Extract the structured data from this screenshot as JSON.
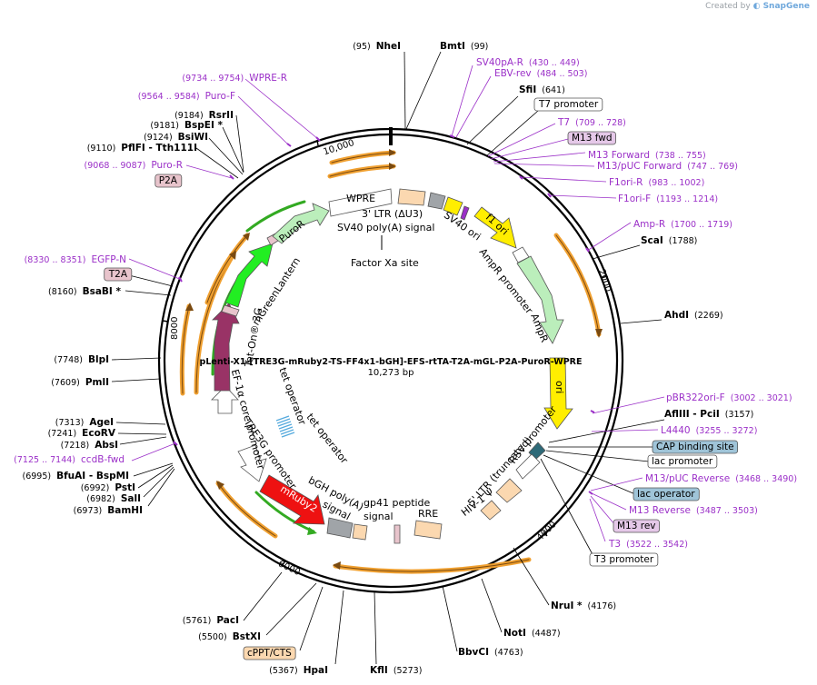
{
  "credit": {
    "prefix": "Created by",
    "brand": "SnapGene"
  },
  "plasmid": {
    "name": "pLenti-X1-[TRE3G-mRuby2-TS-FF4x1-bGH]-EFS-rtTA-T2A-mGL-P2A-PuroR-WPRE",
    "length_label": "10,273 bp",
    "length": 10273
  },
  "colors": {
    "site_black": "#000000",
    "primer_purple": "#9b30c8",
    "orf_orange": "#f0a030",
    "orf_green": "#33aa22",
    "fluor_green": "#22ee22",
    "puro_green": "#bbeebb",
    "mruby_red": "#ee1111",
    "rtta_purple": "#993366",
    "ori_yellow": "#ffee00",
    "promoter_white": "#ffffff",
    "ltr_peach": "#fbd8b0",
    "gray": "#a0a4a8",
    "misc_pink": "#e8c4cc",
    "teal_box": "#9fc4d8",
    "m13_box": "#e5c8e8",
    "tet_op_blue": "#55aadd"
  },
  "tick_labels": [
    "10,000",
    "2000",
    "4000",
    "6000",
    "8000"
  ],
  "inner_labels": [
    "3' LTR (ΔU3)",
    "SV40 poly(A) signal",
    "Factor Xa site",
    "WPRE",
    "SV40 ori",
    "f1 ori",
    "AmpR promoter",
    "AmpR",
    "ori",
    "RSV promoter",
    "5' LTR (truncated)",
    "HIV-1 Ψ",
    "RRE",
    "gp41 peptide",
    "signal",
    "bGH poly(A)",
    "signal",
    "mRuby2",
    "TRE3G promoter",
    "tet operator",
    "tet operator",
    "EF-1α core promoter",
    "Tet-On® 3G",
    "mGreenLantern",
    "PuroR"
  ],
  "outer_labels": [
    {
      "parts": [
        "(95)",
        "NheI"
      ],
      "kind": "site"
    },
    {
      "parts": [
        "BmtI",
        "(99)"
      ],
      "kind": "site"
    },
    {
      "parts": [
        "SV40pA-R",
        "(430 .. 449)"
      ],
      "kind": "primer"
    },
    {
      "parts": [
        "EBV-rev",
        "(484 .. 503)"
      ],
      "kind": "primer"
    },
    {
      "parts": [
        "SfiI",
        "(641)"
      ],
      "kind": "site"
    },
    {
      "parts": [
        "T7 promoter"
      ],
      "kind": "box_white"
    },
    {
      "parts": [
        "T7",
        "(709 .. 728)"
      ],
      "kind": "primer"
    },
    {
      "parts": [
        "M13 fwd"
      ],
      "kind": "box_m13"
    },
    {
      "parts": [
        "M13 Forward",
        "(738 .. 755)"
      ],
      "kind": "primer"
    },
    {
      "parts": [
        "M13/pUC Forward",
        "(747 .. 769)"
      ],
      "kind": "primer"
    },
    {
      "parts": [
        "F1ori-R",
        "(983 .. 1002)"
      ],
      "kind": "primer"
    },
    {
      "parts": [
        "F1ori-F",
        "(1193 .. 1214)"
      ],
      "kind": "primer"
    },
    {
      "parts": [
        "Amp-R",
        "(1700 .. 1719)"
      ],
      "kind": "primer"
    },
    {
      "parts": [
        "ScaI",
        "(1788)"
      ],
      "kind": "site"
    },
    {
      "parts": [
        "AhdI",
        "(2269)"
      ],
      "kind": "site"
    },
    {
      "parts": [
        "pBR322ori-F",
        "(3002 .. 3021)"
      ],
      "kind": "primer"
    },
    {
      "parts": [
        "AflIII",
        " - PciI",
        "(3157)"
      ],
      "kind": "site"
    },
    {
      "parts": [
        "L4440",
        "(3255 .. 3272)"
      ],
      "kind": "primer"
    },
    {
      "parts": [
        "CAP binding site"
      ],
      "kind": "box_teal"
    },
    {
      "parts": [
        "lac promoter"
      ],
      "kind": "box_white"
    },
    {
      "parts": [
        "M13/pUC Reverse",
        "(3468 .. 3490)"
      ],
      "kind": "primer"
    },
    {
      "parts": [
        "lac operator"
      ],
      "kind": "box_teal"
    },
    {
      "parts": [
        "M13 Reverse",
        "(3487 .. 3503)"
      ],
      "kind": "primer"
    },
    {
      "parts": [
        "M13 rev"
      ],
      "kind": "box_m13"
    },
    {
      "parts": [
        "T3",
        "(3522 .. 3542)"
      ],
      "kind": "primer"
    },
    {
      "parts": [
        "T3 promoter"
      ],
      "kind": "box_white"
    },
    {
      "parts": [
        "NruI *",
        "(4176)"
      ],
      "kind": "site"
    },
    {
      "parts": [
        "NotI",
        "(4487)"
      ],
      "kind": "site"
    },
    {
      "parts": [
        "BbvCI",
        "(4763)"
      ],
      "kind": "site"
    },
    {
      "parts": [
        "KflI",
        "(5273)"
      ],
      "kind": "site"
    },
    {
      "parts": [
        "(5367)",
        "HpaI"
      ],
      "kind": "site"
    },
    {
      "parts": [
        "cPPT/CTS"
      ],
      "kind": "box_peach"
    },
    {
      "parts": [
        "(5500)",
        "BstXI"
      ],
      "kind": "site"
    },
    {
      "parts": [
        "(5761)",
        "PacI"
      ],
      "kind": "site"
    },
    {
      "parts": [
        "(6973)",
        "BamHI"
      ],
      "kind": "site"
    },
    {
      "parts": [
        "(6982)",
        "SalI"
      ],
      "kind": "site"
    },
    {
      "parts": [
        "(6992)",
        "PstI"
      ],
      "kind": "site"
    },
    {
      "parts": [
        "(6995)",
        "BfuAI",
        " - BspMI"
      ],
      "kind": "site"
    },
    {
      "parts": [
        "(7125 .. 7144)",
        "ccdB-fwd"
      ],
      "kind": "primer"
    },
    {
      "parts": [
        "(7218)",
        "AbsI"
      ],
      "kind": "site"
    },
    {
      "parts": [
        "(7241)",
        "EcoRV"
      ],
      "kind": "site"
    },
    {
      "parts": [
        "(7313)",
        "AgeI"
      ],
      "kind": "site"
    },
    {
      "parts": [
        "(7609)",
        "PmlI"
      ],
      "kind": "site"
    },
    {
      "parts": [
        "(7748)",
        "BlpI"
      ],
      "kind": "site"
    },
    {
      "parts": [
        "(8160)",
        "BsaBI *"
      ],
      "kind": "site"
    },
    {
      "parts": [
        "T2A"
      ],
      "kind": "box_pink"
    },
    {
      "parts": [
        "(8330 .. 8351)",
        "EGFP-N"
      ],
      "kind": "primer"
    },
    {
      "parts": [
        "P2A"
      ],
      "kind": "box_pink"
    },
    {
      "parts": [
        "(9068 .. 9087)",
        "Puro-R"
      ],
      "kind": "primer"
    },
    {
      "parts": [
        "(9110)",
        "PflFI",
        " - Tth111I"
      ],
      "kind": "site"
    },
    {
      "parts": [
        "(9124)",
        "BsiWI"
      ],
      "kind": "site"
    },
    {
      "parts": [
        "(9181)",
        "BspEI *"
      ],
      "kind": "site"
    },
    {
      "parts": [
        "(9184)",
        "RsrII"
      ],
      "kind": "site"
    },
    {
      "parts": [
        "(9564 .. 9584)",
        "Puro-F"
      ],
      "kind": "primer"
    },
    {
      "parts": [
        "(9734 .. 9754)",
        "WPRE-R"
      ],
      "kind": "primer"
    }
  ]
}
